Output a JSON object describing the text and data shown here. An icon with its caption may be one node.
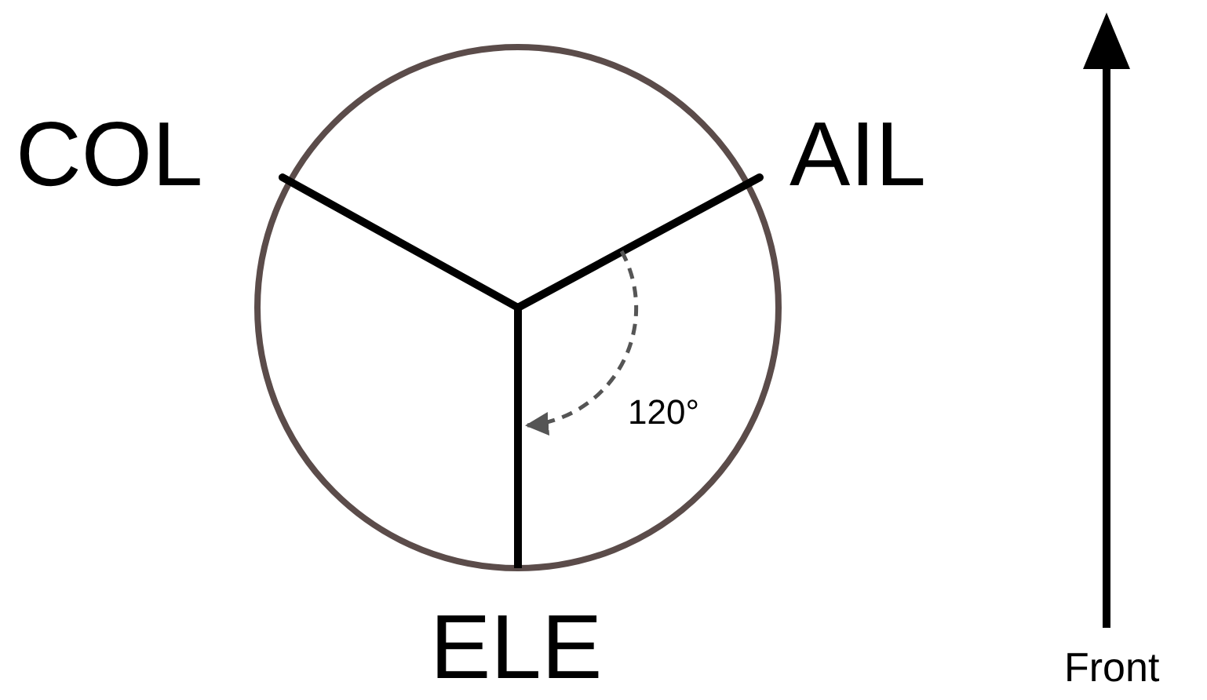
{
  "diagram": {
    "labels": [
      "COL",
      "AIL",
      "ELE",
      "120°",
      "Front"
    ]
  }
}
